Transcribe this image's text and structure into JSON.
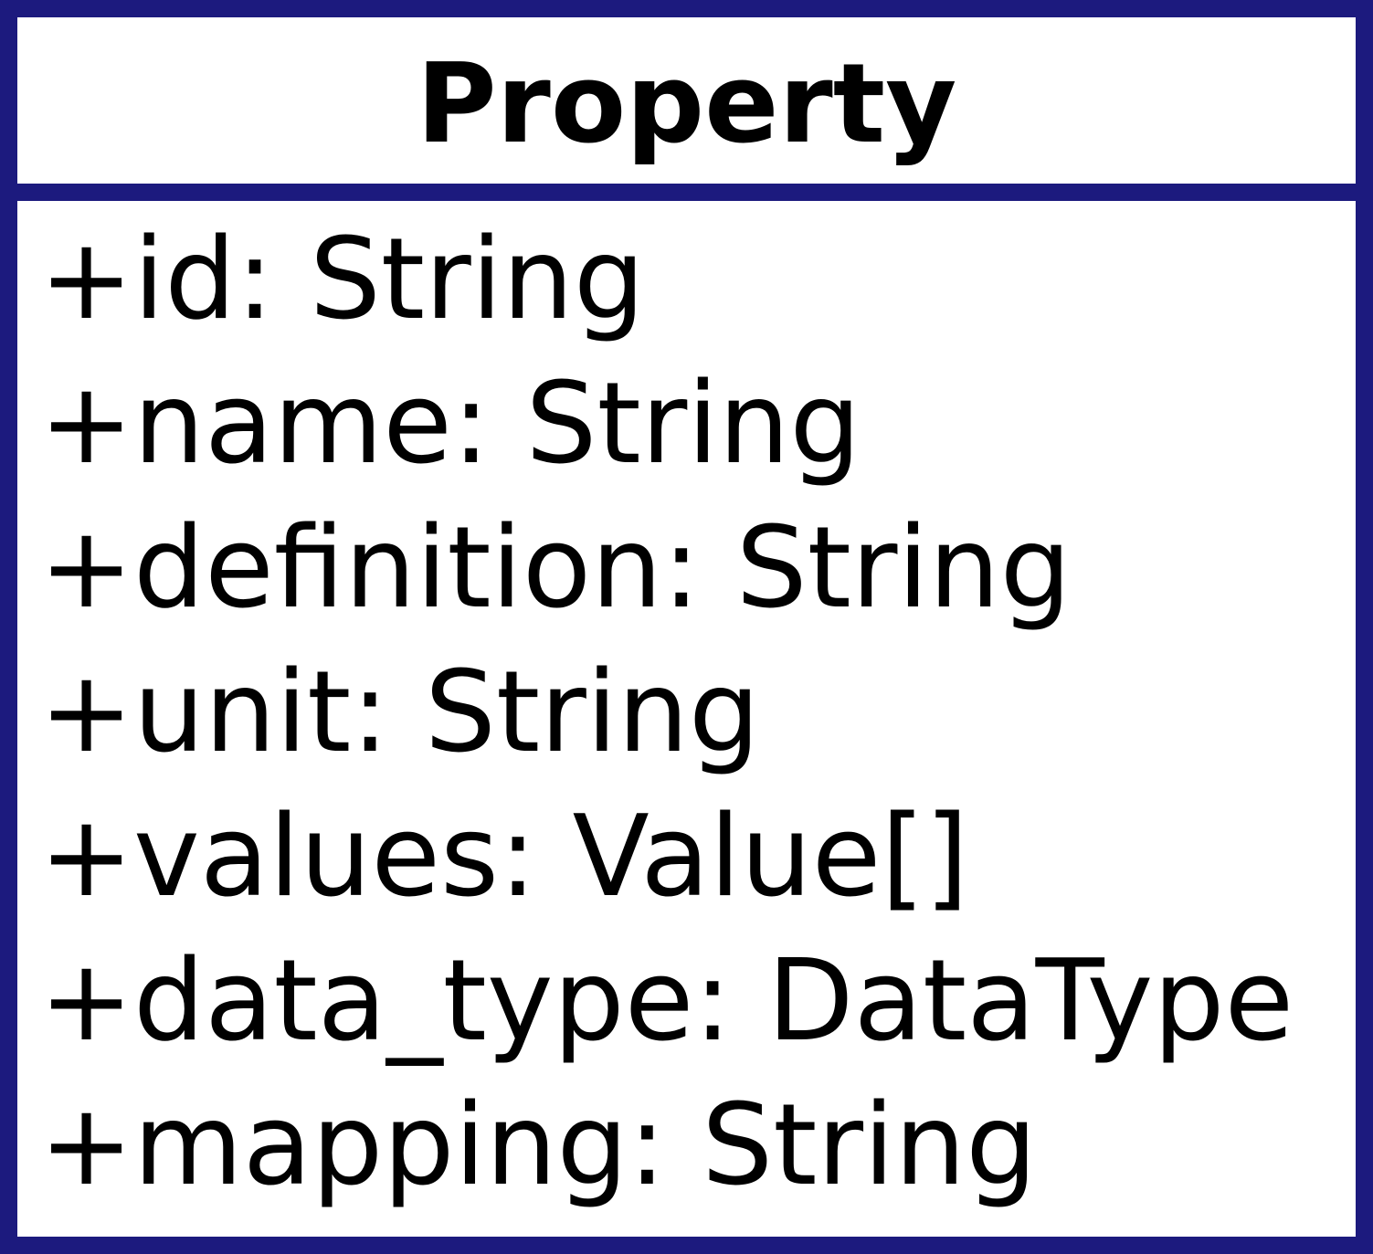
{
  "colors": {
    "border": "#1c1a7e",
    "background": "#ffffff",
    "text": "#000000"
  },
  "class": {
    "name": "Property",
    "attributes": [
      "+id: String",
      "+name: String",
      "+definition: String",
      "+unit: String",
      "+values: Value[]",
      "+data_type: DataType",
      "+mapping: String"
    ]
  }
}
